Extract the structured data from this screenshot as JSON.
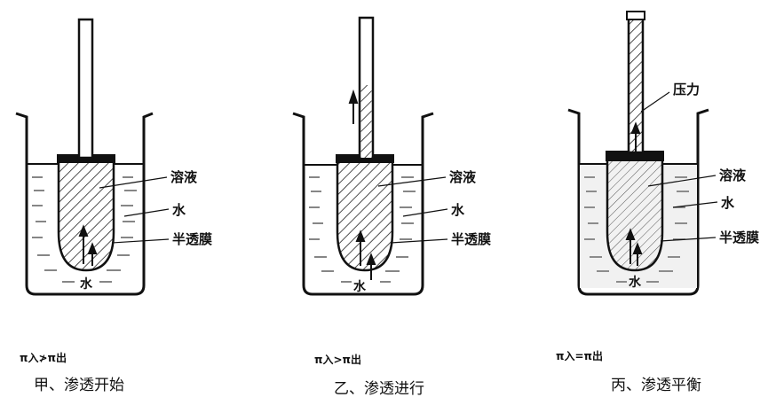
{
  "panels": [
    {
      "id": "jia",
      "caption": "甲、渗透开始",
      "relation": "π入≯π出",
      "labels": {
        "solution": "溶液",
        "water": "水",
        "membrane": "半透膜",
        "water_bottom": "水"
      }
    },
    {
      "id": "yi",
      "caption": "乙、渗透进行",
      "relation": "π入>π出",
      "labels": {
        "solution": "溶液",
        "water": "水",
        "membrane": "半透膜",
        "water_bottom": "水"
      }
    },
    {
      "id": "bing",
      "caption": "丙、渗透平衡",
      "relation": "π入=π出",
      "labels": {
        "pressure": "压力",
        "solution": "溶液",
        "water": "水",
        "membrane": "半透膜",
        "water_bottom": "水"
      }
    }
  ]
}
